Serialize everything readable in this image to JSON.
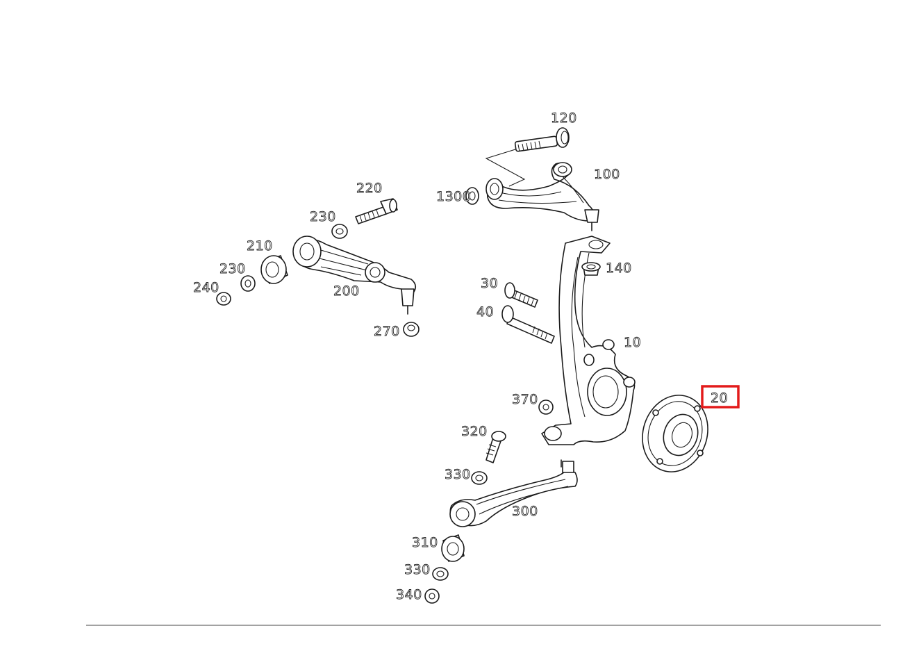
{
  "diagram": {
    "labels": {
      "l120": "120",
      "l100": "100",
      "l1300": "1300",
      "l220": "220",
      "l230a": "230",
      "l210": "210",
      "l230b": "230",
      "l240": "240",
      "l200": "200",
      "l270": "270",
      "l140": "140",
      "l30": "30",
      "l40": "40",
      "l10": "10",
      "l20": "20",
      "l370": "370",
      "l320": "320",
      "l330a": "330",
      "l300": "300",
      "l310": "310",
      "l330b": "330",
      "l340": "340"
    },
    "highlighted_label": "20",
    "highlight_color": "#e31b1b"
  }
}
